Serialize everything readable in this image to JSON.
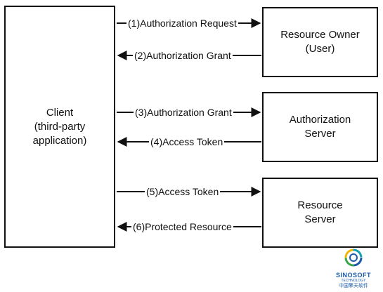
{
  "nodes": {
    "client": "Client\n(third-party\napplication)",
    "resource_owner": "Resource Owner\n(User)",
    "authorization_server": "Authorization\nServer",
    "resource_server": "Resource\nServer"
  },
  "messages": [
    {
      "label": "(1)Authorization Request",
      "direction": "to-right"
    },
    {
      "label": "(2)Authorization Grant",
      "direction": "to-left"
    },
    {
      "label": "(3)Authorization Grant",
      "direction": "to-right"
    },
    {
      "label": "(4)Access Token",
      "direction": "to-left"
    },
    {
      "label": "(5)Access Token",
      "direction": "to-right"
    },
    {
      "label": "(6)Protected Resource",
      "direction": "to-left"
    }
  ],
  "logo": {
    "brand": "SINOSOFT",
    "subtitle": "TECHNOLOGY",
    "chinese": "中国擎天软件",
    "colors": {
      "ring_blue": "#1a5aa8",
      "ring_green": "#3aa64a",
      "ring_yellow": "#f2b705",
      "ring_teal": "#14a0b5"
    }
  },
  "colors": {
    "stroke": "#111111",
    "background": "#ffffff"
  }
}
